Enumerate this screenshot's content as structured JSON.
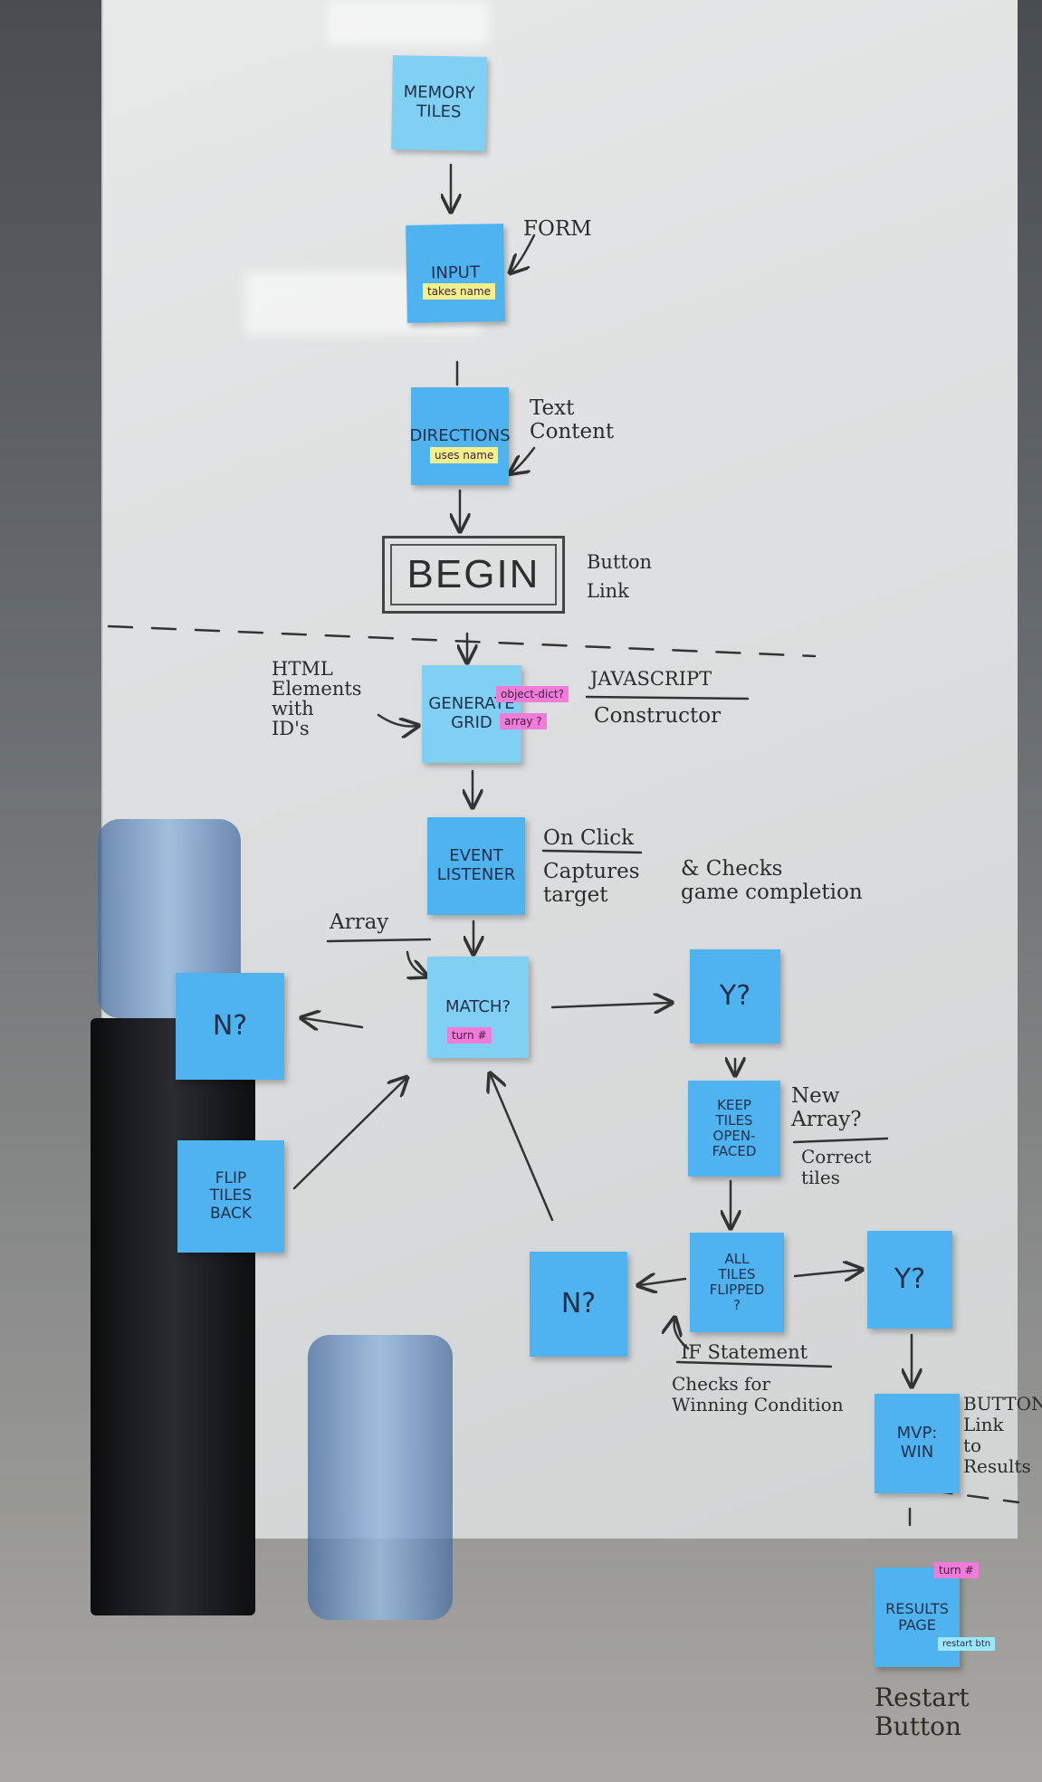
{
  "diagram": {
    "notes": {
      "memory_tiles": "MEMORY\nTILES",
      "input": "INPUT",
      "input_flag": "takes name",
      "directions": "DIRECTIONS",
      "directions_flag": "uses name",
      "generate_grid": "GENERATE\nGRID",
      "generate_flag_1": "object-dict?",
      "generate_flag_2": "array ?",
      "event_listener": "EVENT\nLISTENER",
      "match": "MATCH?",
      "match_flag": "turn #",
      "n_left": "N?",
      "flip_tiles_back": "FLIP\nTILES\nBACK",
      "y_right": "Y?",
      "keep_tiles": "KEEP\nTILES\nOPEN-\nFACED",
      "all_tiles_flipped": "ALL\nTILES\nFLIPPED\n?",
      "n_lower": "N?",
      "y_lower": "Y?",
      "mvp_win": "MVP:\nWIN",
      "results_page": "RESULTS\nPAGE",
      "results_flag_1": "turn #",
      "results_flag_2": "restart btn"
    },
    "labels": {
      "form": "FORM",
      "text_content": "Text\nContent",
      "begin": "BEGIN",
      "button_link": "Button\nLink",
      "html_elements": "HTML\nElements\nwith\nID's",
      "javascript": "JAVASCRIPT",
      "constructor": "Constructor",
      "on_click": "On Click",
      "captures_target": "Captures\ntarget",
      "checks_completion": "& Checks\ngame completion",
      "array": "Array",
      "new_array": "New\nArray?",
      "correct_tiles": "Correct\ntiles",
      "if_statement": "IF Statement",
      "checks_winning": "Checks for\nWinning Condition",
      "button_results": "BUTTON\nLink\nto\nResults",
      "restart_button": "Restart\nButton"
    }
  },
  "colors": {
    "note_blue": "#4fb3f0",
    "flag_yellow": "#f6f08a",
    "flag_pink": "#f07bd8",
    "ink": "#2c2c2c"
  }
}
